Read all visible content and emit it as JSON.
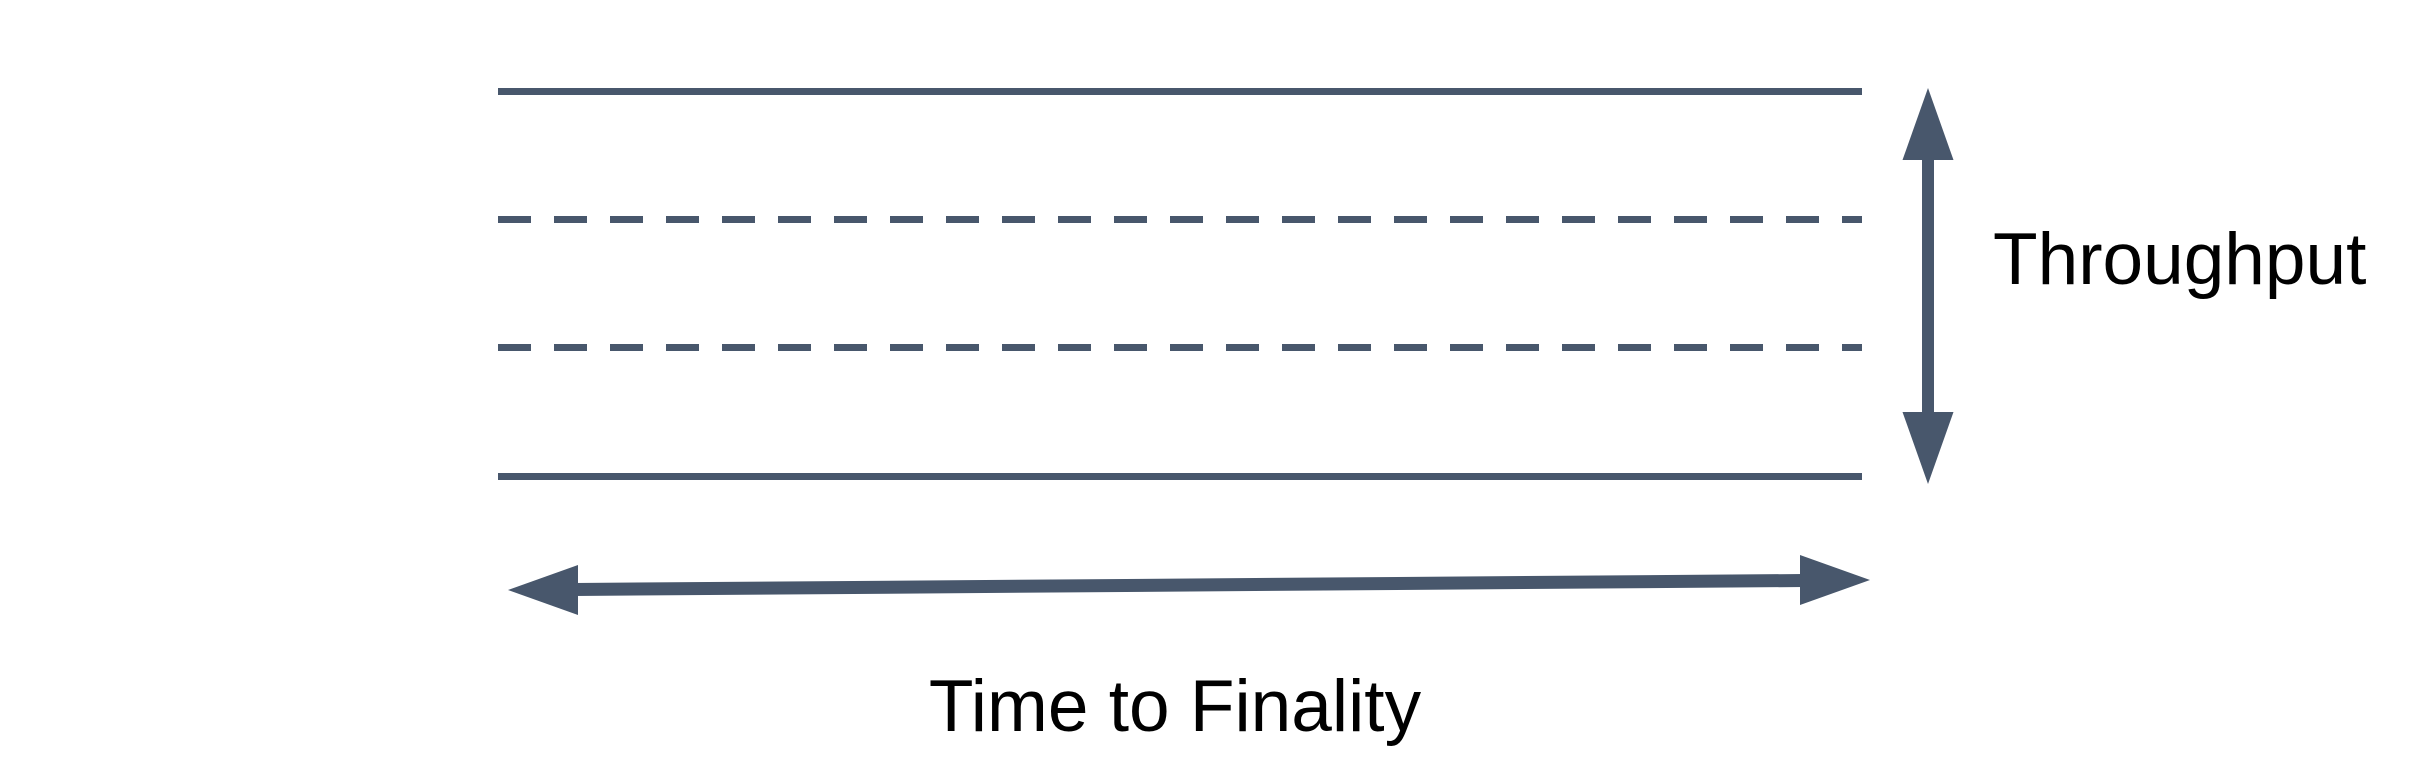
{
  "diagram": {
    "background_color": "#ffffff",
    "stroke_color": "#48576C",
    "text_color": "#000000",
    "labels": {
      "throughput": "Throughput",
      "time_to_finality": "Time to Finality"
    },
    "lines": [
      {
        "name": "top-boundary-line",
        "style": "solid"
      },
      {
        "name": "upper-divider-line",
        "style": "dashed"
      },
      {
        "name": "lower-divider-line",
        "style": "dashed"
      },
      {
        "name": "bottom-boundary-line",
        "style": "solid"
      }
    ],
    "arrows": [
      {
        "name": "throughput-arrow",
        "orientation": "vertical",
        "heads": "both"
      },
      {
        "name": "time-to-finality-arrow",
        "orientation": "horizontal",
        "heads": "both"
      }
    ]
  }
}
